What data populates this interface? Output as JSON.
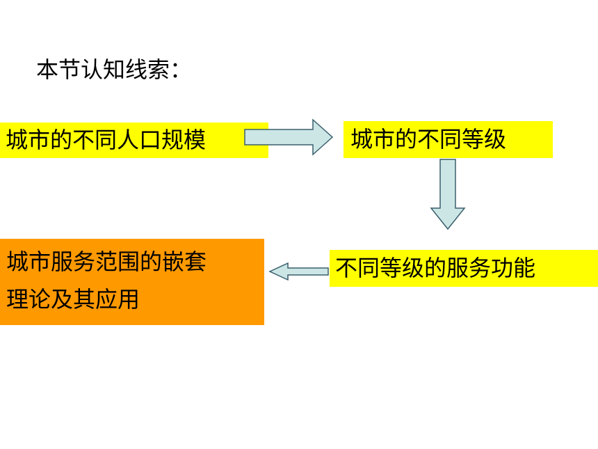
{
  "title": "本节认知线索：",
  "colors": {
    "highlight_yellow": "#ffff00",
    "highlight_orange": "#ff9900",
    "arrow_fill": "#cce6e6",
    "arrow_stroke": "#3a5f6b"
  },
  "flow": {
    "population": "城市的不同人口规模",
    "levels": "城市的不同等级",
    "functions": "不同等级的服务功能",
    "theory_line1": "城市服务范围的嵌套",
    "theory_line2": "理论及其应用"
  },
  "arrows": [
    "right",
    "down",
    "left"
  ]
}
